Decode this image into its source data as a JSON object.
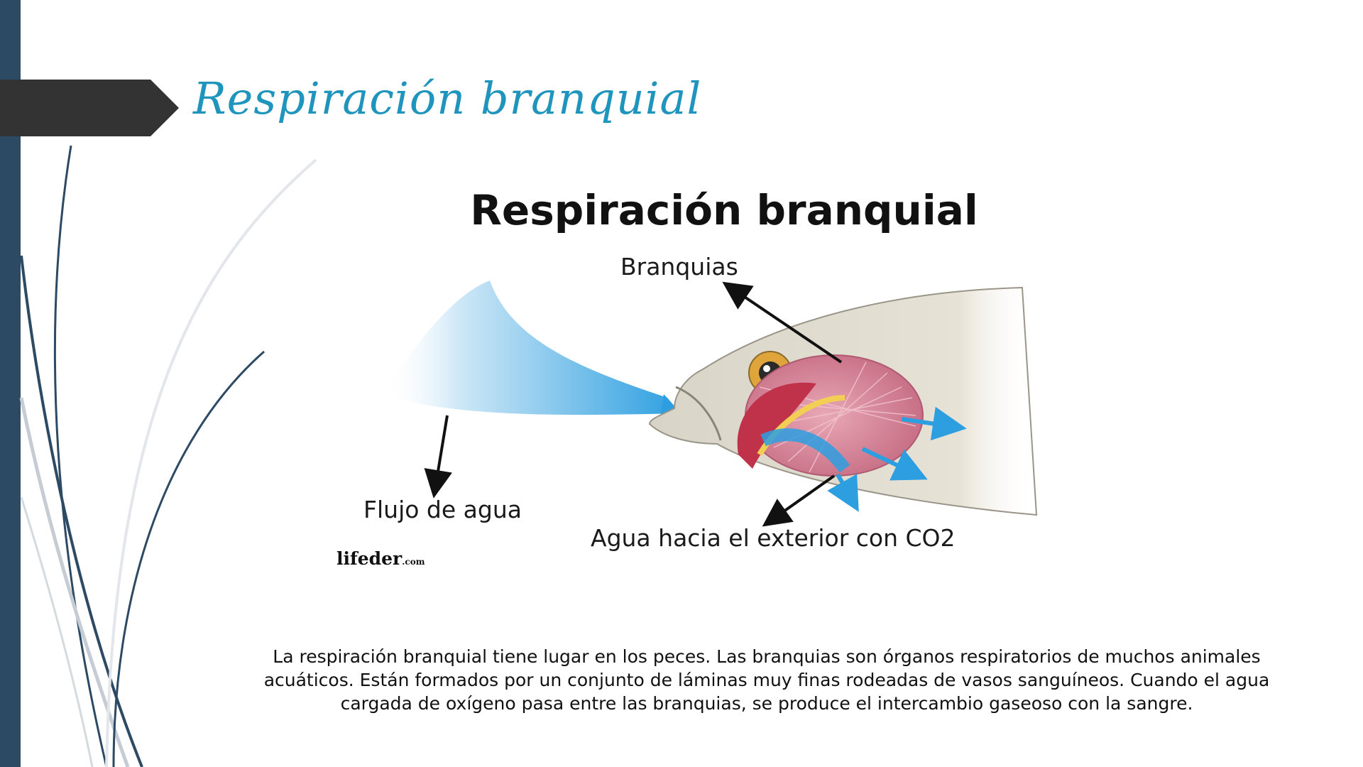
{
  "slide": {
    "title": "Respiración branquial",
    "body_text": "La respiración branquial tiene lugar en los peces. Las branquias son órganos respiratorios de muchos animales acuáticos. Están formados por un conjunto de láminas muy finas rodeadas de vasos sanguíneos. Cuando el agua cargada de oxígeno pasa entre las branquias, se produce el intercambio gaseoso con la sangre."
  },
  "diagram": {
    "title": "Respiración branquial",
    "labels": {
      "gills": "Branquias",
      "water_flow": "Flujo de agua",
      "water_out": "Agua hacia el exterior con CO2"
    },
    "watermark": {
      "name": "lifeder",
      "suffix": ".com"
    }
  },
  "colors": {
    "accent": "#1f95bd",
    "side_bar": "#2c4a63",
    "header_arrow": "#333333",
    "water": "#2d9fe0",
    "gill": "#d9889c",
    "fish_body": "#ddd8cc"
  }
}
